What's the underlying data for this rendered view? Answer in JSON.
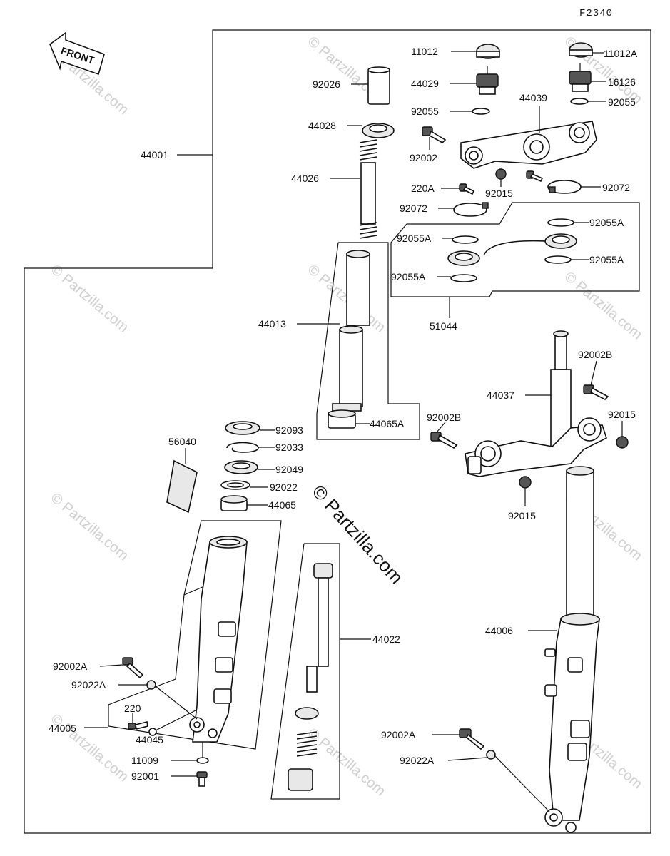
{
  "diagram": {
    "code": "F2340",
    "front_label": "FRONT",
    "watermark": "© Partzilla.com",
    "labels": {
      "l44001": "44001",
      "l92026": "92026",
      "l44028": "44028",
      "l44026": "44026",
      "l44013": "44013",
      "l44065A": "44065A",
      "l92093": "92093",
      "l92033": "92033",
      "l92049": "92049",
      "l92022": "92022",
      "l44065": "44065",
      "l56040": "56040",
      "l44022": "44022",
      "l92002A_left": "92002A",
      "l92022A_left": "92022A",
      "l220": "220",
      "l44045": "44045",
      "l44005": "44005",
      "l11009": "11009",
      "l92001": "92001",
      "l11012": "11012",
      "l44029": "44029",
      "l92055": "92055",
      "l92002": "92002",
      "l44039": "44039",
      "l11012A": "11012A",
      "l16126": "16126",
      "l92055_right": "92055",
      "l220A": "220A",
      "l92015_top": "92015",
      "l92072_right": "92072",
      "l92072_left": "92072",
      "l92055A_1": "92055A",
      "l92055A_2": "92055A",
      "l92055A_3": "92055A",
      "l92055A_4": "92055A",
      "l51044": "51044",
      "l92002B_top": "92002B",
      "l44037": "44037",
      "l92002B_left": "92002B",
      "l92015_right": "92015",
      "l92015_bottom": "92015",
      "l44006": "44006",
      "l92002A_right": "92002A",
      "l92022A_right": "92022A"
    }
  }
}
